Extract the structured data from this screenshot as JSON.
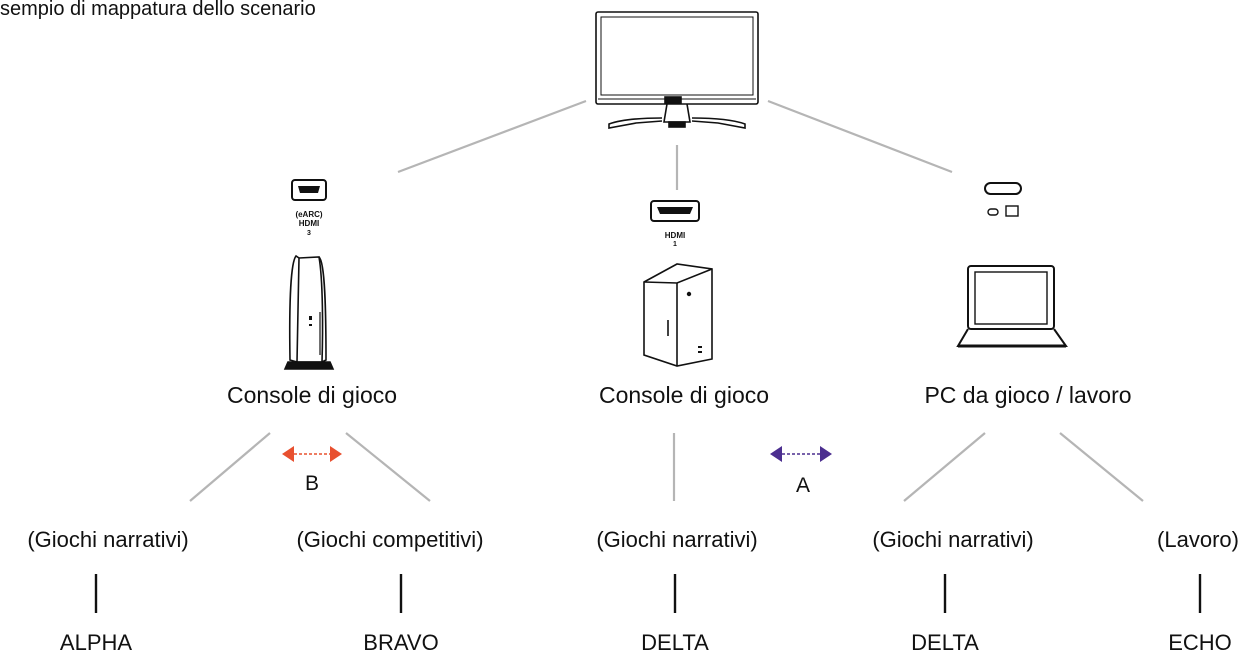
{
  "title": "sempio di mappatura dello scenario",
  "colors": {
    "line": "#b5b5b5",
    "arrow_b": "#e8502f",
    "arrow_a": "#4b2e8f",
    "ink": "#111111"
  },
  "monitor": {
    "icon": "monitor-icon"
  },
  "ports": [
    {
      "icon": "hdmi-port-icon",
      "tag": "(eARC)",
      "brand": "HDMI",
      "number": "3"
    },
    {
      "icon": "hdmi-port-icon",
      "brand": "HDMI",
      "number": "1"
    },
    {
      "icon": "usb-c-port-icon"
    }
  ],
  "devices": [
    {
      "icon": "playstation-console-icon",
      "label": "Console di gioco"
    },
    {
      "icon": "xbox-console-icon",
      "label": "Console di gioco"
    },
    {
      "icon": "laptop-icon",
      "label": "PC da gioco / lavoro"
    }
  ],
  "modes": [
    {
      "label": "(Giochi narrativi)",
      "preset": "ALPHA"
    },
    {
      "label": "(Giochi competitivi)",
      "preset": "BRAVO"
    },
    {
      "label": "(Giochi narrativi)",
      "preset": "DELTA"
    },
    {
      "label": "(Giochi narrativi)",
      "preset": "DELTA"
    },
    {
      "label": "(Lavoro)",
      "preset": "ECHO"
    }
  ],
  "switch_arrows": [
    {
      "label": "B",
      "color": "#e8502f"
    },
    {
      "label": "A",
      "color": "#4b2e8f"
    }
  ]
}
